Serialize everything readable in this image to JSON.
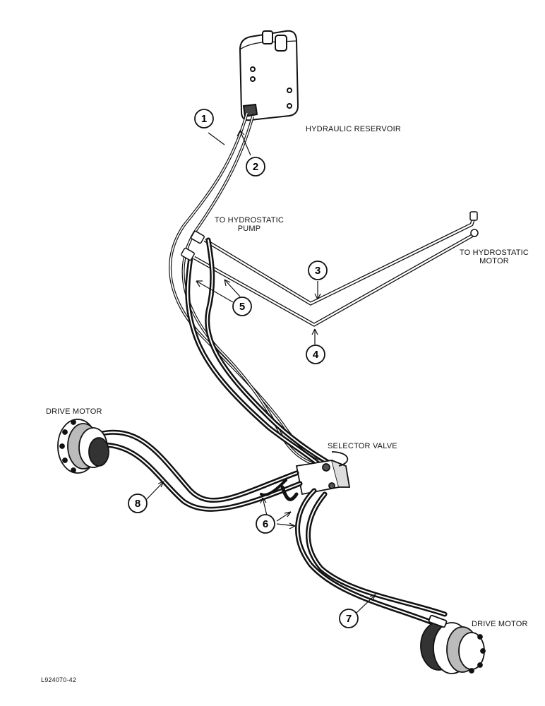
{
  "labels": {
    "hydraulic_reservoir": "HYDRAULIC RESERVOIR",
    "to_hydrostatic_pump_line1": "TO HYDROSTATIC",
    "to_hydrostatic_pump_line2": "PUMP",
    "to_hydrostatic_motor_line1": "TO HYDROSTATIC",
    "to_hydrostatic_motor_line2": "MOTOR",
    "drive_motor_left": "DRIVE MOTOR",
    "drive_motor_right": "DRIVE MOTOR",
    "selector_valve": "SELECTOR VALVE",
    "figure_id": "L924070-42"
  },
  "callouts": {
    "c1": "1",
    "c2": "2",
    "c3": "3",
    "c4": "4",
    "c5": "5",
    "c6": "6",
    "c7": "7",
    "c8": "8"
  }
}
